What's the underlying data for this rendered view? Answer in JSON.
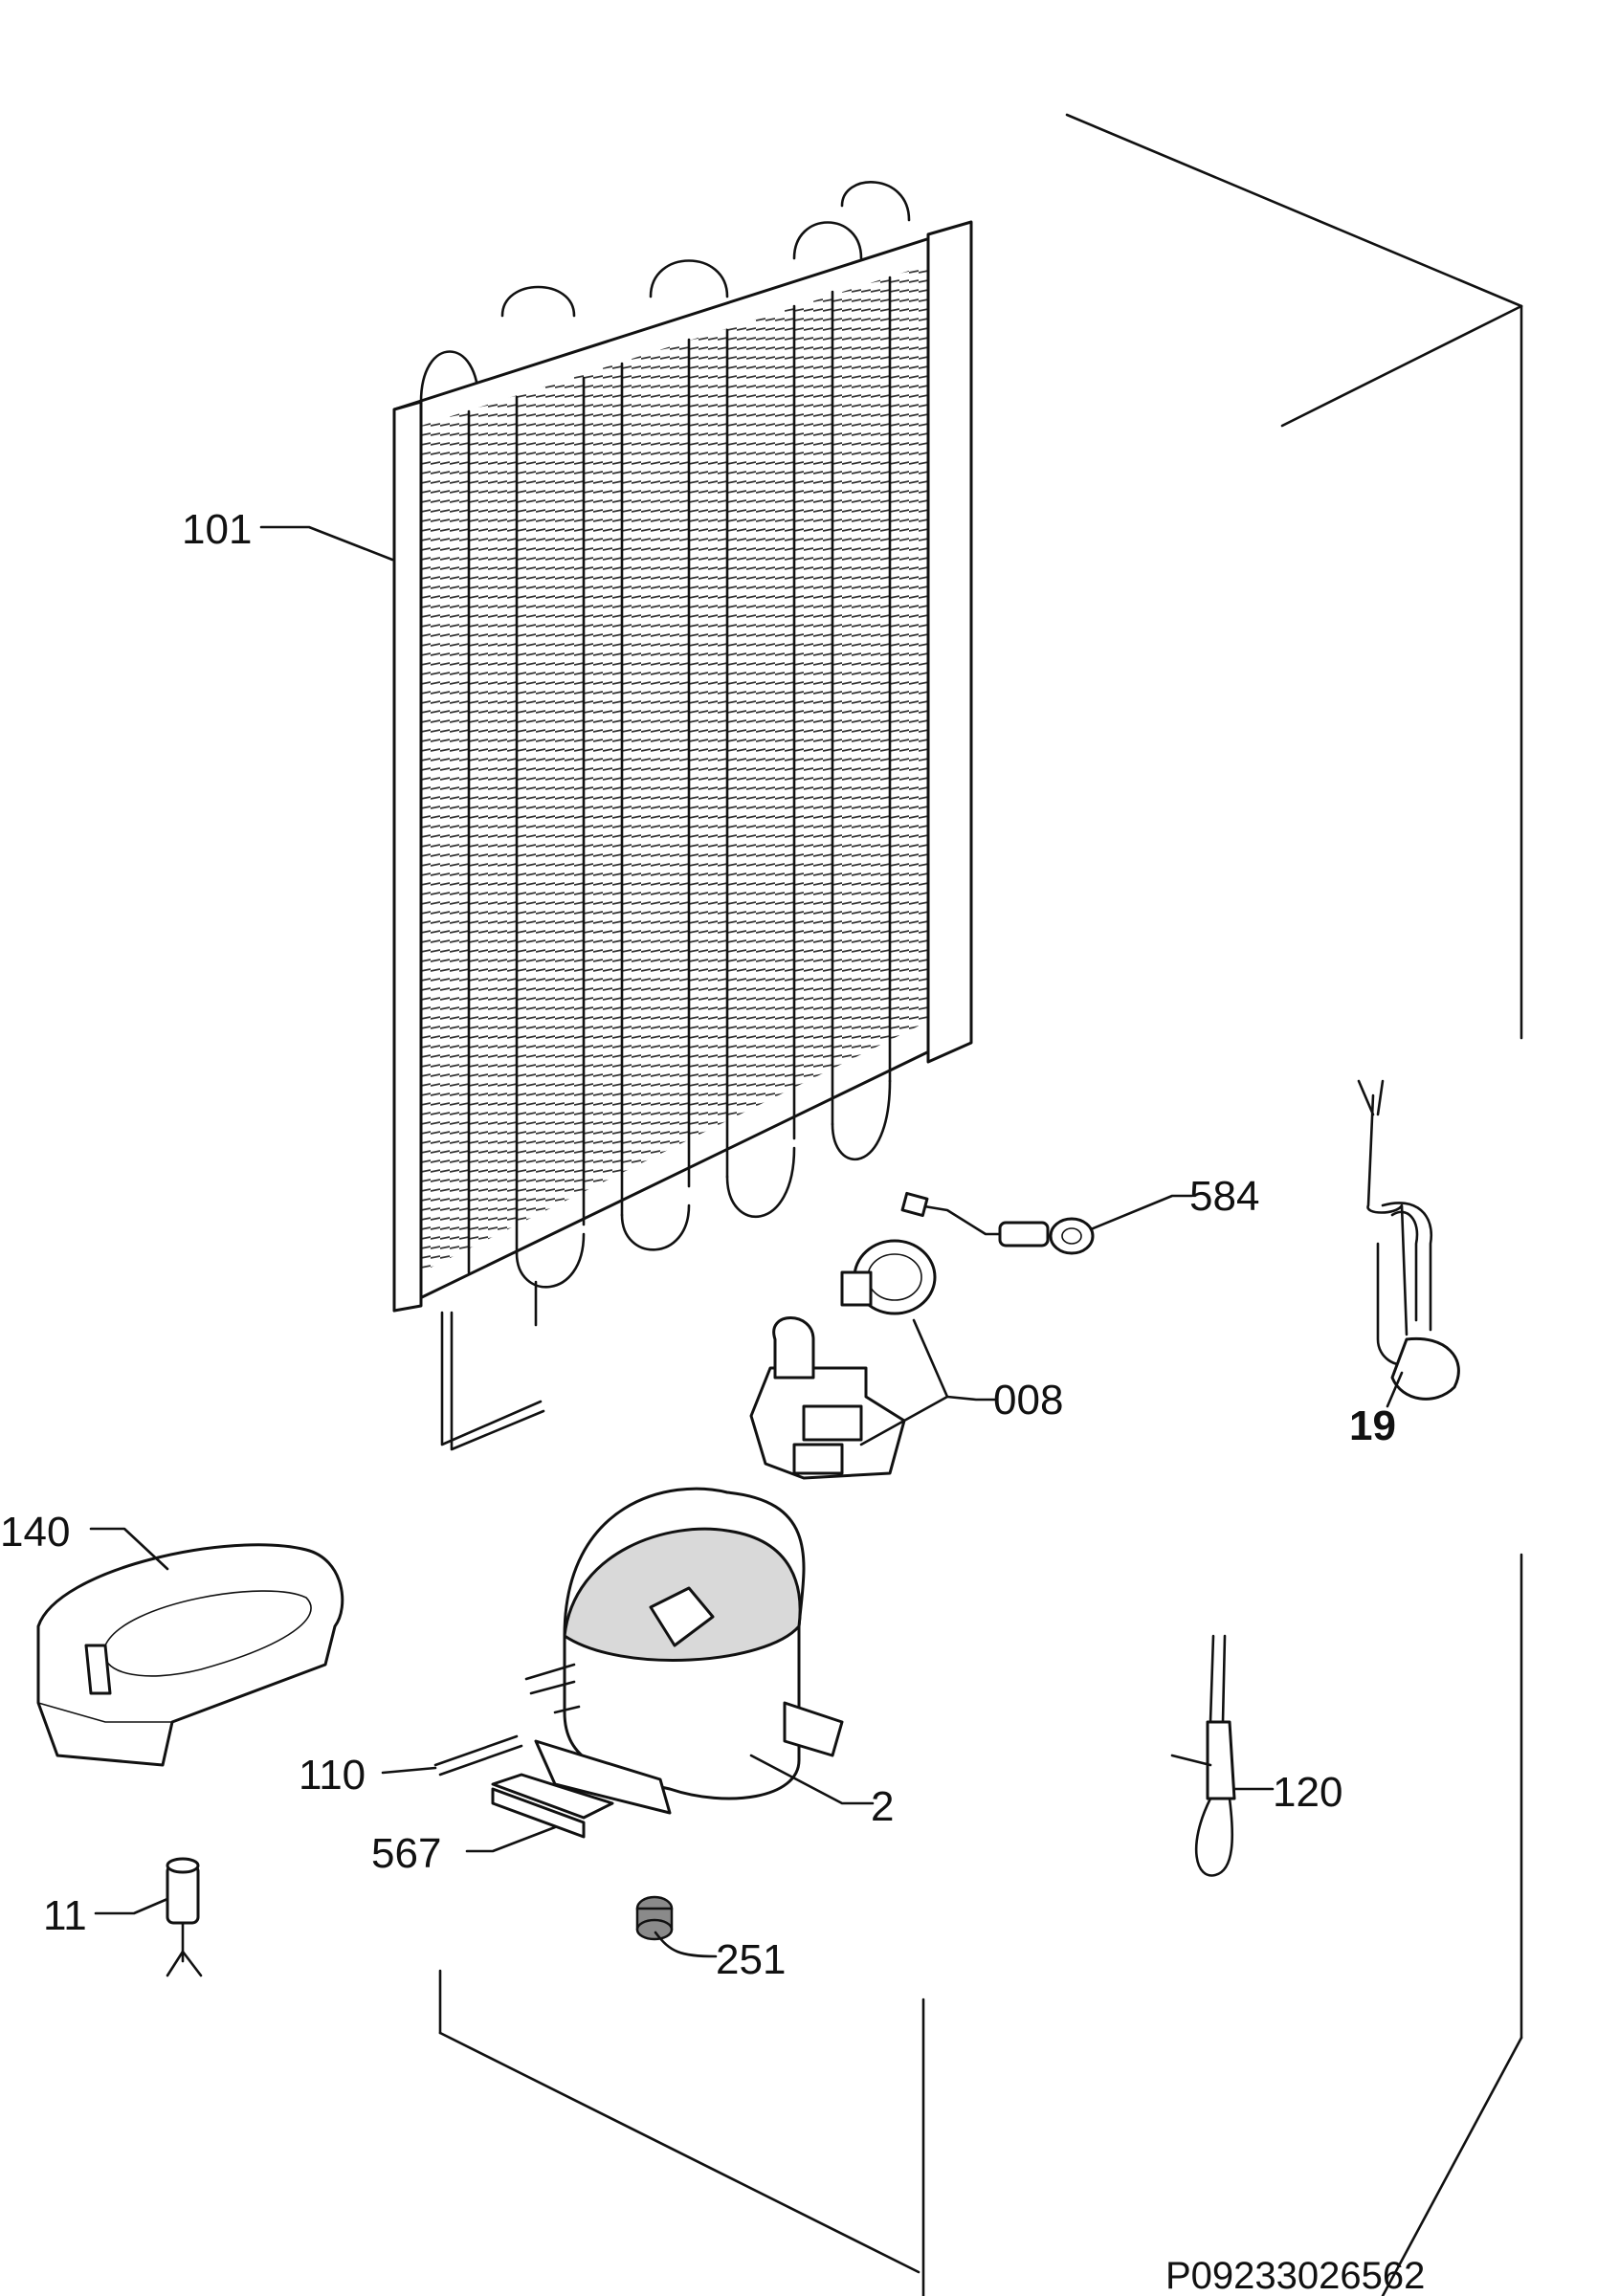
{
  "diagram": {
    "reference_code": "P09233026562",
    "callouts": [
      {
        "id": "101",
        "text": "101"
      },
      {
        "id": "584",
        "text": "584"
      },
      {
        "id": "008",
        "text": "008"
      },
      {
        "id": "19",
        "text": "19"
      },
      {
        "id": "140",
        "text": "140"
      },
      {
        "id": "110",
        "text": "110"
      },
      {
        "id": "2",
        "text": "2"
      },
      {
        "id": "120",
        "text": "120"
      },
      {
        "id": "567",
        "text": "567"
      },
      {
        "id": "11",
        "text": "11"
      },
      {
        "id": "251",
        "text": "251"
      }
    ]
  }
}
